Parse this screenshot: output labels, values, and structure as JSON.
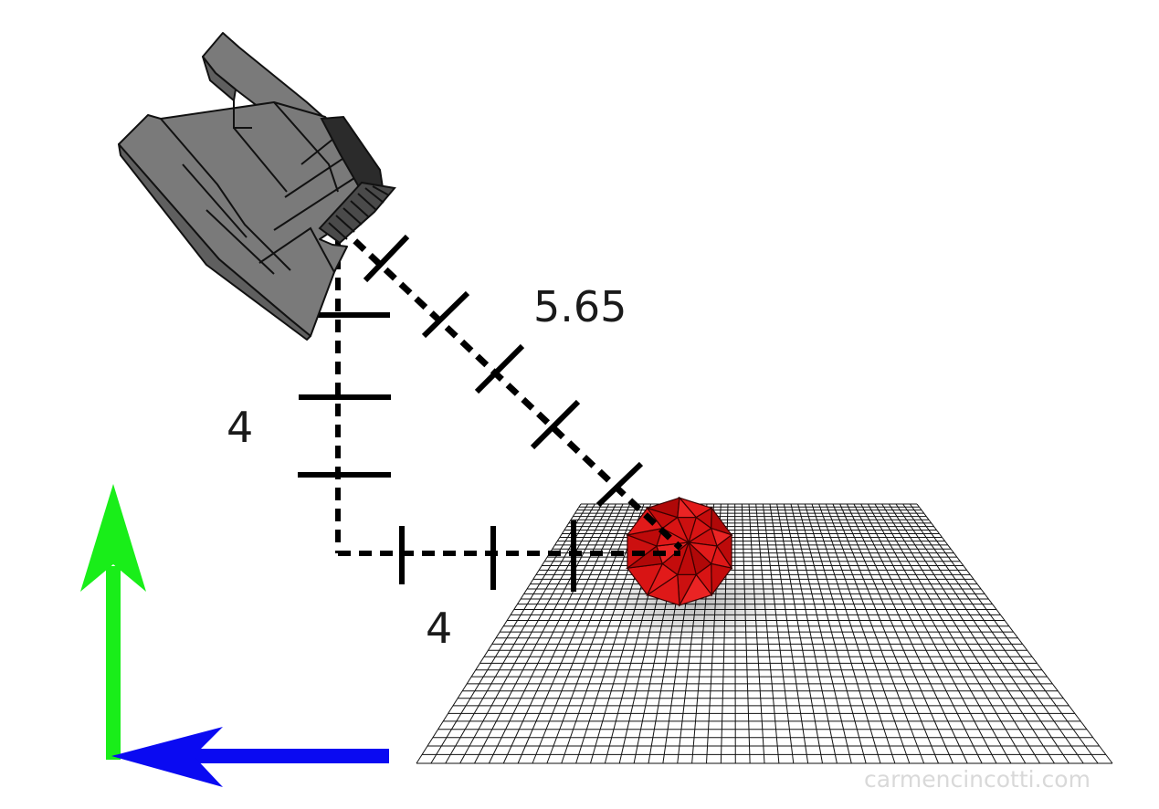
{
  "diagram": {
    "labels": {
      "hypotenuse": "5.65",
      "vertical_leg": "4",
      "horizontal_leg": "4"
    },
    "watermark": "carmencincotti.com",
    "colors": {
      "up_axis": "#19ee19",
      "horizontal_axis": "#0a0af2",
      "ball": "#d11010",
      "camera": "#7a7a7a",
      "measure_lines": "#000000"
    }
  }
}
